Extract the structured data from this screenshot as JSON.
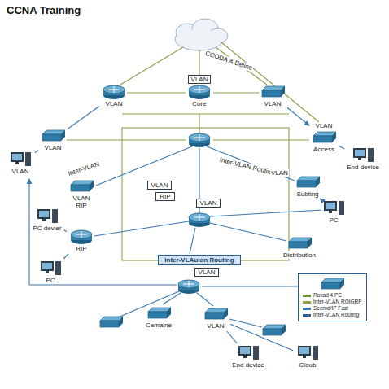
{
  "diagram": {
    "title": "CCNA Training",
    "nodes": [
      {
        "text": [
          "VLAN"
        ]
      },
      {
        "text": [
          "VLAN",
          "Core"
        ]
      },
      {
        "text": [
          "VLAN"
        ]
      },
      {
        "text": [
          "VLAN"
        ]
      },
      {
        "text": [
          "VLAN",
          "Access"
        ]
      },
      {
        "text": [
          "VLAN"
        ]
      },
      {
        "text": [
          "End device"
        ]
      },
      {
        "text": [
          "VLAN",
          "RIP"
        ]
      },
      {
        "text": [
          "Subting"
        ]
      },
      {
        "text": [
          "VLAN"
        ]
      },
      {
        "text": [
          "RIP"
        ]
      },
      {
        "text": [
          "VLAN"
        ]
      },
      {
        "text": [
          "PC devier"
        ]
      },
      {
        "text": [
          "RIP"
        ]
      },
      {
        "text": [
          "PC"
        ]
      },
      {
        "text": [
          "Distribution"
        ]
      },
      {
        "text": [
          "PC"
        ]
      },
      {
        "text": [
          "Inter-VLAuion Routing"
        ]
      },
      {
        "text": [
          "VLAN"
        ]
      },
      {
        "text": [
          "Cemaine"
        ]
      },
      {
        "text": [
          "VLAN"
        ]
      },
      {
        "text": [
          "End device"
        ]
      },
      {
        "text": [
          "Cloub"
        ]
      }
    ],
    "edges": [
      {
        "from": 0,
        "to": 3,
        "arrow": "none"
      },
      {
        "from": 2,
        "to": 4,
        "arrow": "to"
      },
      {
        "from": 4,
        "to": 6,
        "arrow": "none"
      },
      {
        "from": 8,
        "to": 14,
        "arrow": "to"
      },
      {
        "from": 12,
        "to": 13,
        "arrow": "none"
      },
      {
        "from": 3,
        "to": 5,
        "arrow": "none"
      },
      {
        "from": 20,
        "to": 21,
        "arrow": "none"
      },
      {
        "from": 20,
        "to": 22,
        "arrow": "none"
      },
      {
        "from": 13,
        "to": 16,
        "arrow": "none"
      }
    ],
    "labels": [
      "CCODA & Beline",
      "Inter-VLAN",
      "Inter-VLAN Routing",
      "VLAN"
    ],
    "legend": [
      {
        "text": "Roxad 4 PC",
        "color": "#6f8f3a"
      },
      {
        "text": "Inter-VLAN ROIGRP",
        "color": "#8aa04a"
      },
      {
        "text": "Seemd/IP Fast",
        "color": "#3a78b0"
      },
      {
        "text": "Inter-VLAN Routing",
        "color": "#2a6090"
      }
    ]
  }
}
